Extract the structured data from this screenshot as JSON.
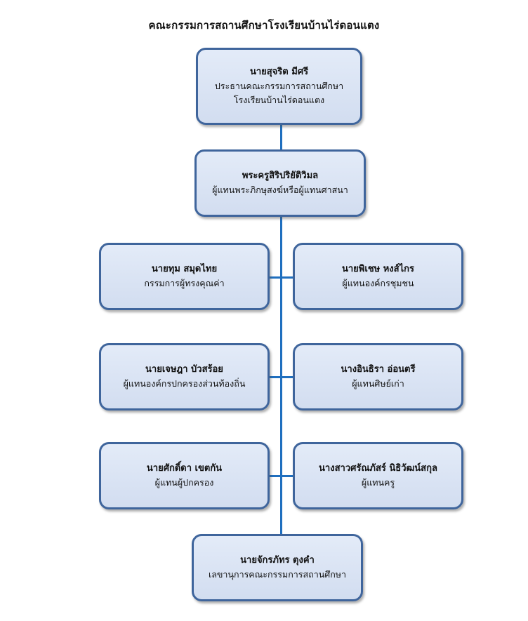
{
  "title": "คณะกรรมการสถานศึกษาโรงเรียนบ้านไร่ดอนแตง",
  "chairman": {
    "name": "นายสุจริต มีศรี",
    "role_line1": "ประธานคณะกรรมการสถานศึกษา",
    "role_line2": "โรงเรียนบ้านไร่ดอนแตง"
  },
  "monk_rep": {
    "name": "พระครูสิริปริยัติวิมล",
    "role": "ผู้แทนพระภิกษุสงฆ์หรือผู้แทนศาสนา"
  },
  "members": [
    {
      "name": "นายทุม สมุดไทย",
      "role": "กรรมการผู้ทรงคุณค่า"
    },
    {
      "name": "นายพิเชษ หงส์ไกร",
      "role": "ผู้แทนองค์กรชุมชน"
    },
    {
      "name": "นายเจษฎา บัวสร้อย",
      "role": "ผู้แทนองค์กรปกครองส่วนท้องถิ่น"
    },
    {
      "name": "นางอินธิรา อ่อนตรี",
      "role": "ผู้แทนศิษย์เก่า"
    },
    {
      "name": "นายศักดิ์ดา เขตกัน",
      "role": "ผู้แทนผู้ปกครอง"
    },
    {
      "name": "นางสาวศรัณภัสร์  นิธิวัฒน์สกุล",
      "role": "ผู้แทนครู"
    }
  ],
  "secretary": {
    "name": "นายจักรภัทร ตุงคำ",
    "role": "เลขานุการคณะกรรมการสถานศึกษา"
  },
  "colors": {
    "box_border": "#3f659c",
    "box_fill": "#d9e2f3",
    "connector": "#1f6fbf"
  }
}
